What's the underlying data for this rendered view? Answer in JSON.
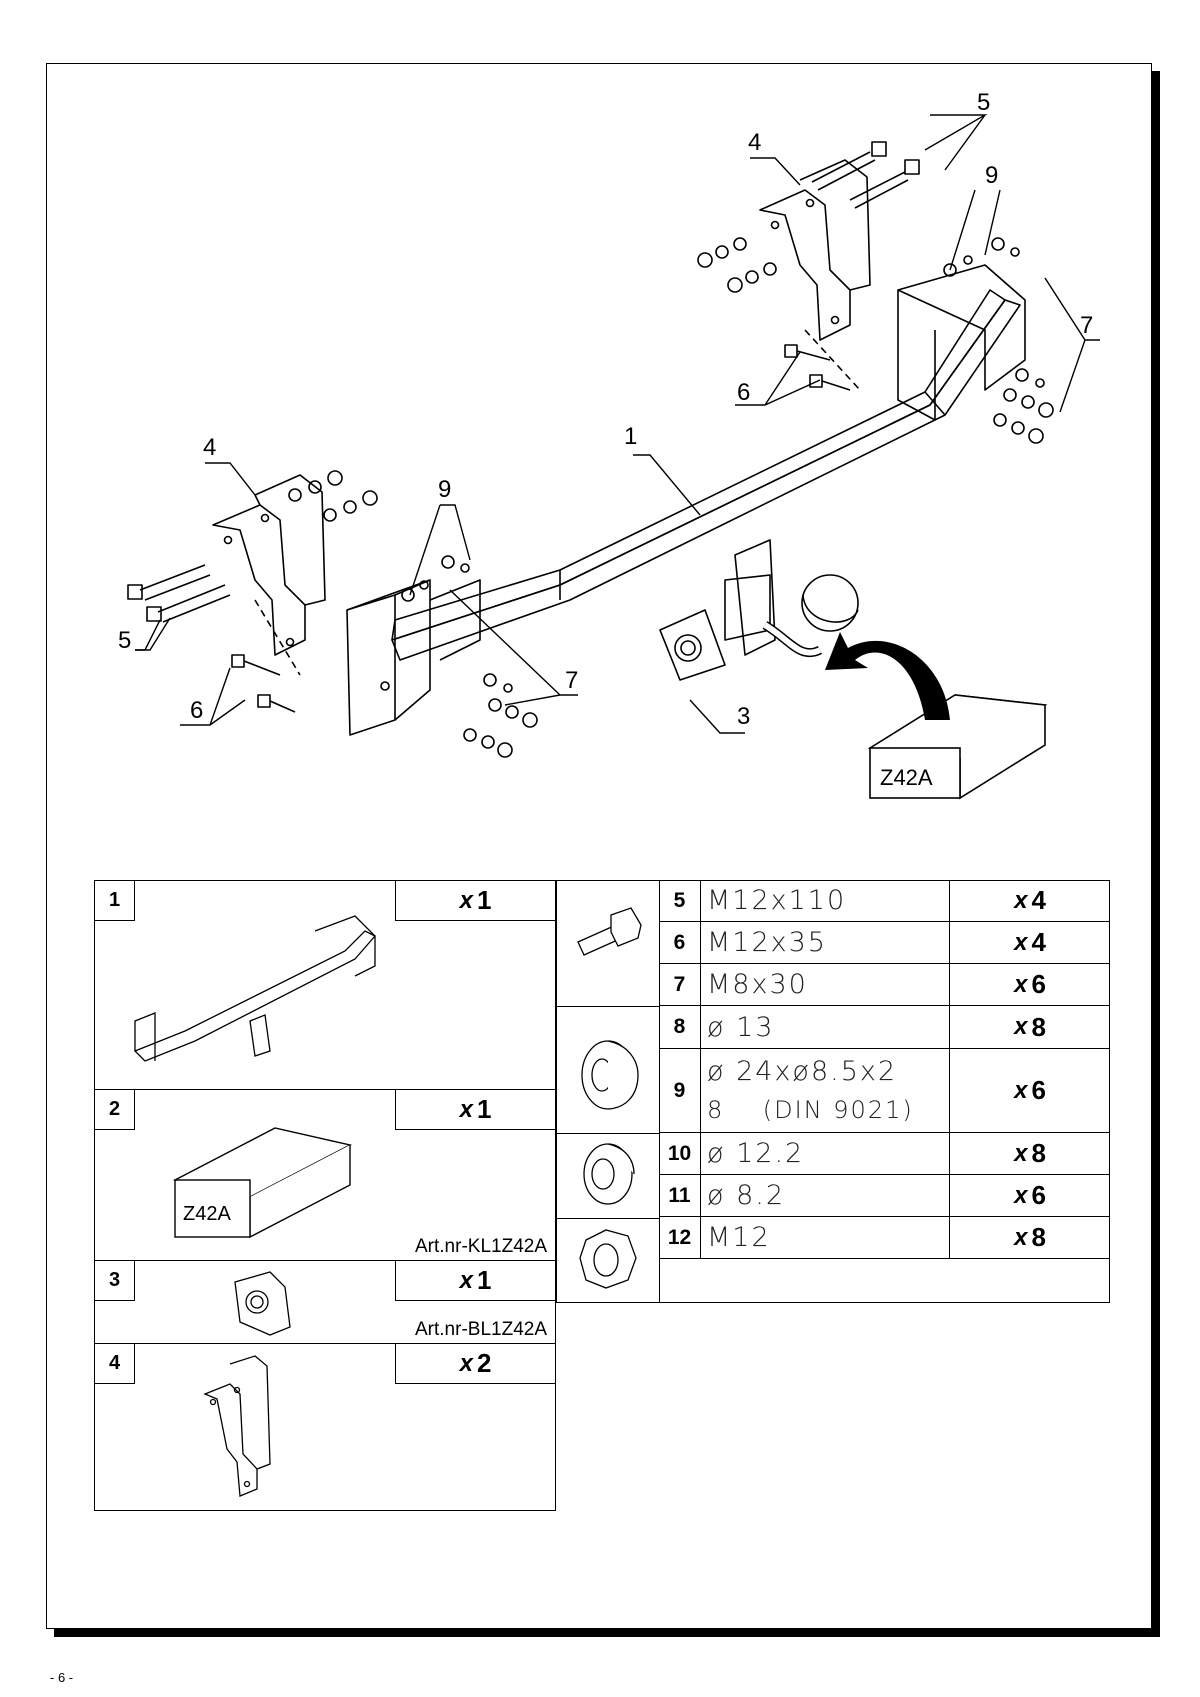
{
  "page_number": "- 6 -",
  "box_label": "Z42A",
  "callouts": [
    "1",
    "3",
    "4",
    "4",
    "5",
    "5",
    "6",
    "6",
    "7",
    "7",
    "9",
    "9"
  ],
  "left_parts": [
    {
      "num": "1",
      "qty": "1",
      "art": ""
    },
    {
      "num": "2",
      "qty": "1",
      "art": "Art.nr-KL1Z42A",
      "box_label": "Z42A"
    },
    {
      "num": "3",
      "qty": "1",
      "art": "Art.nr-BL1Z42A"
    },
    {
      "num": "4",
      "qty": "2",
      "art": ""
    }
  ],
  "right_parts": [
    {
      "num": "5",
      "spec": "M12x110",
      "qty": "4"
    },
    {
      "num": "6",
      "spec": "M12x35",
      "qty": "4"
    },
    {
      "num": "7",
      "spec": "M8x30",
      "qty": "6"
    },
    {
      "num": "8",
      "spec": "ø 13",
      "qty": "8"
    },
    {
      "num": "9",
      "spec_line1": "ø 24xø8.5x2",
      "spec_line2": "8    (DIN 9021)",
      "qty": "6"
    },
    {
      "num": "10",
      "spec": "ø 12.2",
      "qty": "8"
    },
    {
      "num": "11",
      "spec": "ø 8.2",
      "qty": "6"
    },
    {
      "num": "12",
      "spec": "M12",
      "qty": "8"
    }
  ],
  "qty_prefix": "x",
  "icons": [
    "bolt-icon",
    "flat-washer-icon",
    "spring-washer-icon",
    "hex-nut-icon"
  ]
}
